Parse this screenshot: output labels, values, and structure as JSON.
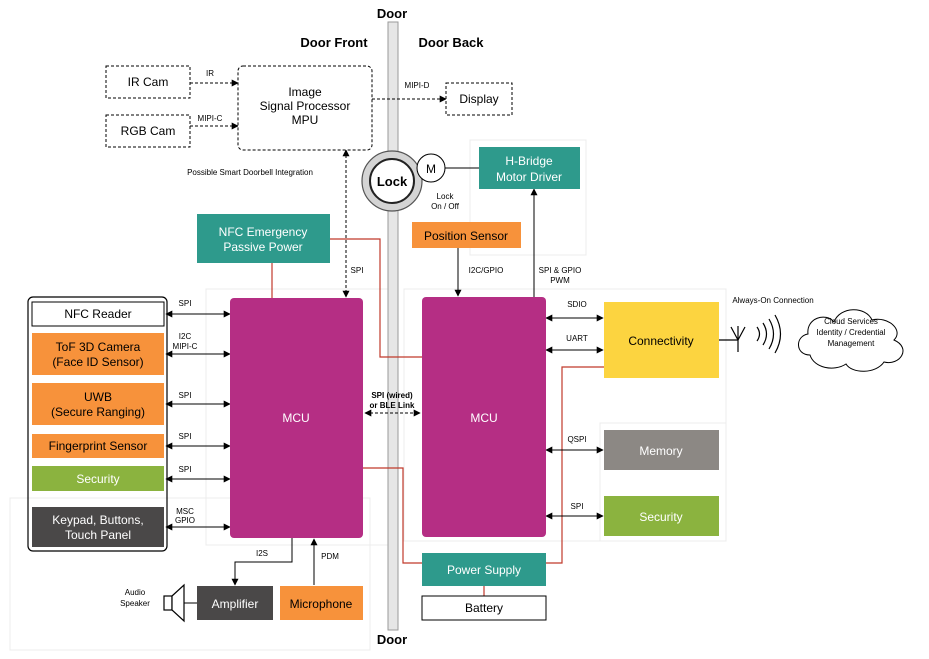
{
  "door": {
    "top": "Door",
    "bottom": "Door",
    "front": "Door Front",
    "back": "Door Back"
  },
  "front": {
    "ir_cam": "IR Cam",
    "rgb_cam": "RGB Cam",
    "isp": [
      "Image",
      "Signal Processor",
      "MPU"
    ],
    "doorbell_note": "Possible Smart Doorbell Integration",
    "nfc_power": [
      "NFC Emergency",
      "Passive Power"
    ],
    "mcu": "MCU",
    "peripherals": {
      "nfc_reader": "NFC Reader",
      "tof": [
        "ToF 3D Camera",
        "(Face ID Sensor)"
      ],
      "uwb": [
        "UWB",
        "(Secure Ranging)"
      ],
      "fingerprint": "Fingerprint Sensor",
      "security": "Security",
      "keypad": [
        "Keypad, Buttons,",
        "Touch Panel"
      ]
    },
    "speaker": [
      "Audio",
      "Speaker"
    ],
    "amplifier": "Amplifier",
    "microphone": "Microphone"
  },
  "back": {
    "display": "Display",
    "lock": "Lock",
    "motor": "M",
    "lock_state": [
      "Lock",
      "On / Off"
    ],
    "hbridge": [
      "H-Bridge",
      "Motor Driver"
    ],
    "position_sensor": "Position Sensor",
    "mcu": "MCU",
    "connectivity": "Connectivity",
    "memory": "Memory",
    "security": "Security",
    "power_supply": "Power Supply",
    "battery": "Battery",
    "always_on": "Always-On Connection",
    "cloud": [
      "Cloud Services",
      "Identity / Credential",
      "Management"
    ]
  },
  "links": {
    "ir": "IR",
    "mipi_c": "MIPI-C",
    "mipi_d": "MIPI-D",
    "spi_isp": "SPI",
    "spi_nfc": "SPI",
    "i2c_mipi": [
      "I2C",
      "MIPI-C"
    ],
    "spi_uwb": "SPI",
    "spi_fp": "SPI",
    "spi_sec": "SPI",
    "msc_gpio": [
      "MSC",
      "GPIO"
    ],
    "i2s": "I2S",
    "pdm": "PDM",
    "mcu_link": [
      "SPI (wired)",
      "or BLE Link"
    ],
    "i2c_gpio": "I2C/GPIO",
    "spi_gpio_pwm": [
      "SPI & GPIO",
      "PWM"
    ],
    "sdio": "SDIO",
    "uart": "UART",
    "qspi": "QSPI",
    "spi_back_sec": "SPI"
  },
  "colors": {
    "mcu": "#b52e84",
    "teal": "#2e9a8c",
    "orange": "#f7923b",
    "green": "#8bb33f",
    "dark": "#4a4848",
    "gray": "#8c8884",
    "yellow": "#fcd440",
    "red": "#c0392b"
  }
}
